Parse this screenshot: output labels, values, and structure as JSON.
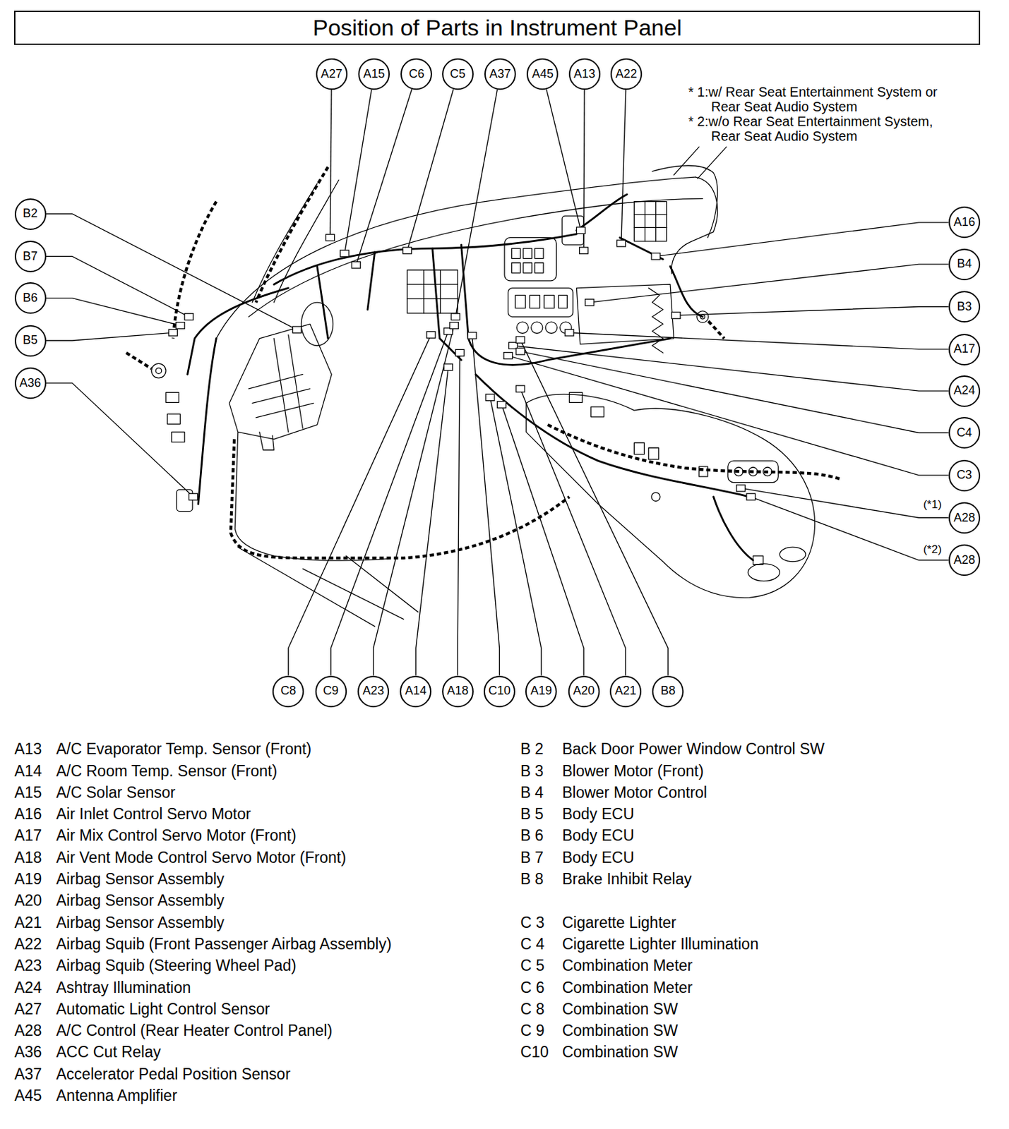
{
  "diagram": {
    "title": "Position of Parts in Instrument Panel",
    "nodes": [
      {
        "text": [
          "A27"
        ]
      },
      {
        "text": [
          "A15"
        ]
      },
      {
        "text": [
          "C6"
        ]
      },
      {
        "text": [
          "C5"
        ]
      },
      {
        "text": [
          "A37"
        ]
      },
      {
        "text": [
          "A45"
        ]
      },
      {
        "text": [
          "A13"
        ]
      },
      {
        "text": [
          "A22"
        ]
      },
      {
        "text": [
          "B2"
        ]
      },
      {
        "text": [
          "B7"
        ]
      },
      {
        "text": [
          "B6"
        ]
      },
      {
        "text": [
          "B5"
        ]
      },
      {
        "text": [
          "A36"
        ]
      },
      {
        "text": [
          "A16"
        ]
      },
      {
        "text": [
          "B4"
        ]
      },
      {
        "text": [
          "B3"
        ]
      },
      {
        "text": [
          "A17"
        ]
      },
      {
        "text": [
          "A24"
        ]
      },
      {
        "text": [
          "C4"
        ]
      },
      {
        "text": [
          "C3"
        ]
      },
      {
        "text": [
          "A28"
        ]
      },
      {
        "text": [
          "A28"
        ]
      },
      {
        "text": [
          "C8"
        ]
      },
      {
        "text": [
          "C9"
        ]
      },
      {
        "text": [
          "A23"
        ]
      },
      {
        "text": [
          "A14"
        ]
      },
      {
        "text": [
          "A18"
        ]
      },
      {
        "text": [
          "C10"
        ]
      },
      {
        "text": [
          "A19"
        ]
      },
      {
        "text": [
          "A20"
        ]
      },
      {
        "text": [
          "A21"
        ]
      },
      {
        "text": [
          "B8"
        ]
      }
    ],
    "labels": [
      "* 1:w/ Rear Seat Entertainment System or Rear Seat Audio System",
      "* 2:w/o Rear Seat Entertainment System, Rear Seat Audio System",
      "(*1)",
      "(*2)",
      "A13",
      "A/C Evaporator Temp. Sensor (Front)",
      "A14",
      "A/C Room Temp. Sensor (Front)",
      "A15",
      "A/C Solar Sensor",
      "A16",
      "Air Inlet Control Servo Motor",
      "A17",
      "Air Mix Control Servo Motor (Front)",
      "A18",
      "Air Vent Mode Control Servo Motor (Front)",
      "A19",
      "Airbag Sensor Assembly",
      "A20",
      "Airbag Sensor Assembly",
      "A21",
      "Airbag Sensor Assembly",
      "A22",
      "Airbag Squib (Front Passenger Airbag Assembly)",
      "A23",
      "Airbag Squib (Steering Wheel Pad)",
      "A24",
      "Ashtray Illumination",
      "A27",
      "Automatic Light Control Sensor",
      "A28",
      "A/C Control (Rear Heater Control Panel)",
      "A36",
      "ACC Cut Relay",
      "A37",
      "Accelerator Pedal Position Sensor",
      "A45",
      "Antenna Amplifier",
      "B 2",
      "Back Door Power Window Control SW",
      "B 3",
      "Blower Motor (Front)",
      "B 4",
      "Blower Motor Control",
      "B 5",
      "Body ECU",
      "B 6",
      "Body ECU",
      "B 7",
      "Body ECU",
      "B 8",
      "Brake Inhibit Relay",
      "C 3",
      "Cigarette Lighter",
      "C 4",
      "Cigarette Lighter Illumination",
      "C 5",
      "Combination Meter",
      "C 6",
      "Combination Meter",
      "C 8",
      "Combination SW",
      "C 9",
      "Combination SW",
      "C10",
      "Combination SW"
    ]
  }
}
